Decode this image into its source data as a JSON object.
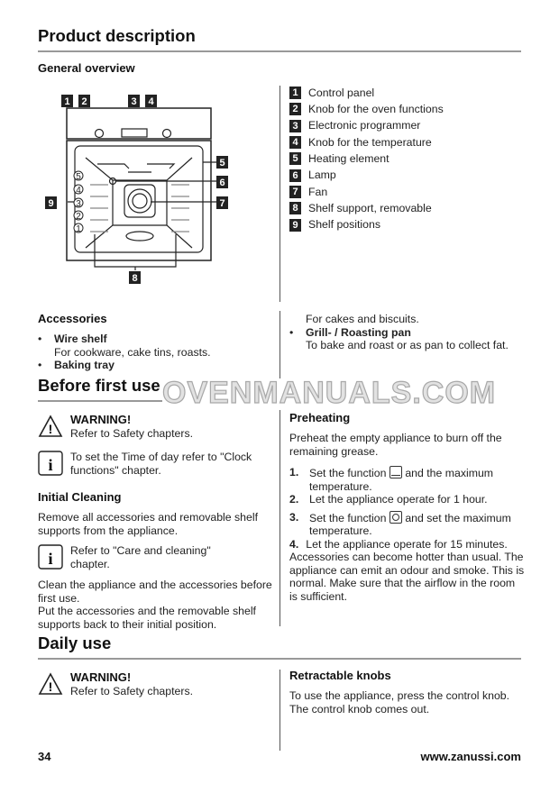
{
  "title": "Product description",
  "general_overview": "General overview",
  "diagram_labels": [
    "1",
    "2",
    "3",
    "4",
    "5",
    "6",
    "7",
    "8",
    "9"
  ],
  "shelf_positions": [
    "5",
    "4",
    "3",
    "2",
    "1"
  ],
  "legend": [
    {
      "n": "1",
      "text": "Control panel"
    },
    {
      "n": "2",
      "text": "Knob for the oven functions"
    },
    {
      "n": "3",
      "text": "Electronic programmer"
    },
    {
      "n": "4",
      "text": "Knob for the temperature"
    },
    {
      "n": "5",
      "text": "Heating element"
    },
    {
      "n": "6",
      "text": "Lamp"
    },
    {
      "n": "7",
      "text": "Fan"
    },
    {
      "n": "8",
      "text": "Shelf support, removable"
    },
    {
      "n": "9",
      "text": "Shelf positions"
    }
  ],
  "accessories": {
    "heading": "Accessories",
    "wire_shelf": "Wire shelf",
    "wire_shelf_desc": "For cookware, cake tins, roasts.",
    "baking_tray": "Baking tray",
    "baking_tray_desc": "For cakes and biscuits.",
    "grill_pan": "Grill- / Roasting pan",
    "grill_pan_desc": "To bake and roast or as pan to collect fat."
  },
  "before_first_use": "Before first use",
  "watermark": "OVENMANUALS.COM",
  "warning1": {
    "title": "WARNING!",
    "text": "Refer to Safety chapters."
  },
  "info1": "To set the Time of day refer to \"Clock functions\" chapter.",
  "initial_cleaning": {
    "heading": "Initial Cleaning",
    "text": "Remove all accessories and removable shelf supports from the appliance.",
    "info": "Refer to \"Care and cleaning\" chapter.",
    "p1": "Clean the appliance and the accessories before first use.",
    "p2": "Put the accessories and the removable shelf supports back to their initial position."
  },
  "preheating": {
    "heading": "Preheating",
    "intro": "Preheat the empty appliance to burn off the remaining grease.",
    "s1n": "1.",
    "s1a": "Set the function",
    "s1b": "and the maximum",
    "s1c": "temperature.",
    "s2n": "2.",
    "s2": "Let the appliance operate for 1 hour.",
    "s3n": "3.",
    "s3a": "Set the function",
    "s3b": "and set the maximum",
    "s3c": "temperature.",
    "s4n": "4.",
    "s4": "Let the appliance operate for 15 minutes.",
    "after": "Accessories can become hotter than usual. The appliance can emit an odour and smoke. This is normal. Make sure that the airflow in the room is sufficient."
  },
  "daily_use": "Daily use",
  "warning2": {
    "title": "WARNING!",
    "text": "Refer to Safety chapters."
  },
  "retractable": {
    "heading": "Retractable knobs",
    "text": "To use the appliance, press the control knob. The control knob comes out."
  },
  "footer": {
    "page": "34",
    "url": "www.zanussi.com"
  }
}
